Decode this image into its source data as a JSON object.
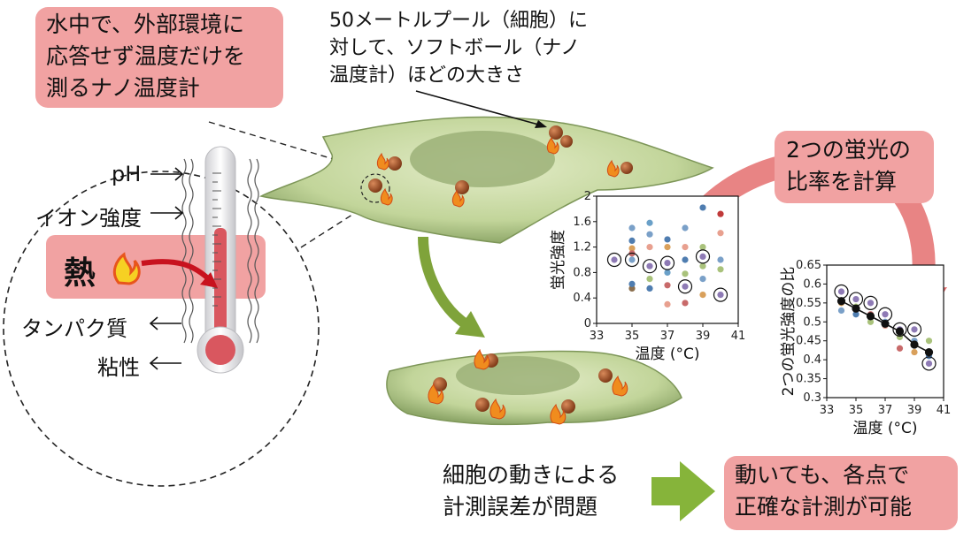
{
  "callouts": {
    "top_left": [
      "水中で、外部環境に",
      "応答せず温度だけを",
      "測るナノ温度計"
    ],
    "top_middle": [
      "50メートルプール（細胞）に",
      "対して、ソフトボール（ナノ",
      "温度計）ほどの大きさ"
    ],
    "ratio": [
      "2つの蛍光の",
      "比率を計算"
    ],
    "problem": [
      "細胞の動きによる",
      "計測誤差が問題"
    ],
    "solution": [
      "動いても、各点で",
      "正確な計測が可能"
    ]
  },
  "factors": {
    "ph": "pH",
    "ion": "イオン強度",
    "heat": "熱",
    "protein": "タンパク質",
    "viscosity": "粘性"
  },
  "colors": {
    "pink": "#f1a2a2",
    "cell_green": "#c7d9a0",
    "nucleus": "#8ea56a",
    "arrow_green": "#7fa33a",
    "arrow_pink": "#e46f6f",
    "thermo_red": "#d9575f"
  },
  "chart_data": [
    {
      "type": "scatter",
      "xlabel": "温度 (°C)",
      "ylabel": "蛍光強度",
      "xlim": [
        33,
        41
      ],
      "ylim": [
        0,
        2
      ],
      "xticks": [
        "33",
        "35",
        "37",
        "39",
        "41"
      ],
      "yticks": [
        "0",
        "0.4",
        "0.8",
        "1.2",
        "1.6",
        "2"
      ],
      "points": [
        {
          "x": 34,
          "y": 1.0,
          "c": "#8e7ab5"
        },
        {
          "x": 35,
          "y": 1.0,
          "c": "#7aa0c8"
        },
        {
          "x": 35,
          "y": 0.55,
          "c": "#8b6f4e"
        },
        {
          "x": 35,
          "y": 0.62,
          "c": "#4f7db0"
        },
        {
          "x": 35,
          "y": 1.18,
          "c": "#d9a05b"
        },
        {
          "x": 35,
          "y": 1.3,
          "c": "#4f7db0"
        },
        {
          "x": 35,
          "y": 1.5,
          "c": "#7aa0c8"
        },
        {
          "x": 35,
          "y": 1.1,
          "c": "#c86a6a"
        },
        {
          "x": 36,
          "y": 0.9,
          "c": "#8e7ab5"
        },
        {
          "x": 36,
          "y": 0.7,
          "c": "#a9c27b"
        },
        {
          "x": 36,
          "y": 0.55,
          "c": "#4f7db0"
        },
        {
          "x": 36,
          "y": 1.2,
          "c": "#e8a08f"
        },
        {
          "x": 36,
          "y": 1.4,
          "c": "#7aa0c8"
        },
        {
          "x": 36,
          "y": 1.58,
          "c": "#6aa0c8"
        },
        {
          "x": 37,
          "y": 0.95,
          "c": "#8e7ab5"
        },
        {
          "x": 37,
          "y": 0.6,
          "c": "#c86a6a"
        },
        {
          "x": 37,
          "y": 0.3,
          "c": "#e8a08f"
        },
        {
          "x": 37,
          "y": 1.2,
          "c": "#d9a05b"
        },
        {
          "x": 37,
          "y": 1.32,
          "c": "#4f7db0"
        },
        {
          "x": 37,
          "y": 0.8,
          "c": "#6aa0c8"
        },
        {
          "x": 38,
          "y": 0.58,
          "c": "#8e7ab5"
        },
        {
          "x": 38,
          "y": 0.78,
          "c": "#a9c27b"
        },
        {
          "x": 38,
          "y": 1.0,
          "c": "#4f7db0"
        },
        {
          "x": 38,
          "y": 1.2,
          "c": "#e8a08f"
        },
        {
          "x": 38,
          "y": 1.5,
          "c": "#7aa0c8"
        },
        {
          "x": 38,
          "y": 0.32,
          "c": "#c86a6a"
        },
        {
          "x": 39,
          "y": 1.05,
          "c": "#8e7ab5"
        },
        {
          "x": 39,
          "y": 0.9,
          "c": "#a9c27b"
        },
        {
          "x": 39,
          "y": 0.7,
          "c": "#7aa0c8"
        },
        {
          "x": 39,
          "y": 0.45,
          "c": "#d9a05b"
        },
        {
          "x": 39,
          "y": 1.82,
          "c": "#4f7db0"
        },
        {
          "x": 39,
          "y": 1.2,
          "c": "#a9c27b"
        },
        {
          "x": 40,
          "y": 0.45,
          "c": "#8e7ab5"
        },
        {
          "x": 40,
          "y": 1.0,
          "c": "#7aa0c8"
        },
        {
          "x": 40,
          "y": 0.85,
          "c": "#a9c27b"
        },
        {
          "x": 40,
          "y": 1.72,
          "c": "#c03a3a"
        },
        {
          "x": 40,
          "y": 1.42,
          "c": "#e8a08f"
        }
      ],
      "circled": [
        [
          34,
          1.0
        ],
        [
          35,
          1.0
        ],
        [
          36,
          0.9
        ],
        [
          37,
          0.95
        ],
        [
          38,
          0.58
        ],
        [
          39,
          1.05
        ],
        [
          40,
          0.45
        ]
      ]
    },
    {
      "type": "scatter",
      "xlabel": "温度 (°C)",
      "ylabel": "2つの蛍光強度の比",
      "xlim": [
        33,
        41
      ],
      "ylim": [
        0.3,
        0.65
      ],
      "xticks": [
        "33",
        "35",
        "37",
        "39",
        "41"
      ],
      "yticks": [
        "0.3",
        "0.35",
        "0.4",
        "0.45",
        "0.5",
        "0.55",
        "0.6",
        "0.65"
      ],
      "points": [
        {
          "x": 34,
          "y": 0.58,
          "c": "#8e7ab5"
        },
        {
          "x": 34,
          "y": 0.55,
          "c": "#d9a05b"
        },
        {
          "x": 34,
          "y": 0.53,
          "c": "#7aa0c8"
        },
        {
          "x": 35,
          "y": 0.56,
          "c": "#8e7ab5"
        },
        {
          "x": 35,
          "y": 0.54,
          "c": "#a9c27b"
        },
        {
          "x": 35,
          "y": 0.52,
          "c": "#4f7db0"
        },
        {
          "x": 36,
          "y": 0.55,
          "c": "#8e7ab5"
        },
        {
          "x": 36,
          "y": 0.52,
          "c": "#c86a6a"
        },
        {
          "x": 36,
          "y": 0.5,
          "c": "#a9c27b"
        },
        {
          "x": 37,
          "y": 0.52,
          "c": "#8e7ab5"
        },
        {
          "x": 37,
          "y": 0.49,
          "c": "#e8a08f"
        },
        {
          "x": 37,
          "y": 0.5,
          "c": "#7aa0c8"
        },
        {
          "x": 38,
          "y": 0.48,
          "c": "#8e7ab5"
        },
        {
          "x": 38,
          "y": 0.43,
          "c": "#c86a6a"
        },
        {
          "x": 38,
          "y": 0.46,
          "c": "#a9c27b"
        },
        {
          "x": 39,
          "y": 0.48,
          "c": "#8e7ab5"
        },
        {
          "x": 39,
          "y": 0.42,
          "c": "#d9a05b"
        },
        {
          "x": 39,
          "y": 0.45,
          "c": "#7aa0c8"
        },
        {
          "x": 40,
          "y": 0.39,
          "c": "#8e7ab5"
        },
        {
          "x": 40,
          "y": 0.45,
          "c": "#a9c27b"
        },
        {
          "x": 40,
          "y": 0.41,
          "c": "#4f7db0"
        }
      ],
      "circled": [
        [
          34,
          0.58
        ],
        [
          35,
          0.56
        ],
        [
          36,
          0.55
        ],
        [
          37,
          0.52
        ],
        [
          38,
          0.48
        ],
        [
          39,
          0.48
        ],
        [
          40,
          0.39
        ]
      ],
      "line": {
        "x": [
          34,
          35,
          36,
          37,
          38,
          39,
          40
        ],
        "y": [
          0.555,
          0.535,
          0.515,
          0.495,
          0.475,
          0.44,
          0.42
        ]
      }
    }
  ]
}
